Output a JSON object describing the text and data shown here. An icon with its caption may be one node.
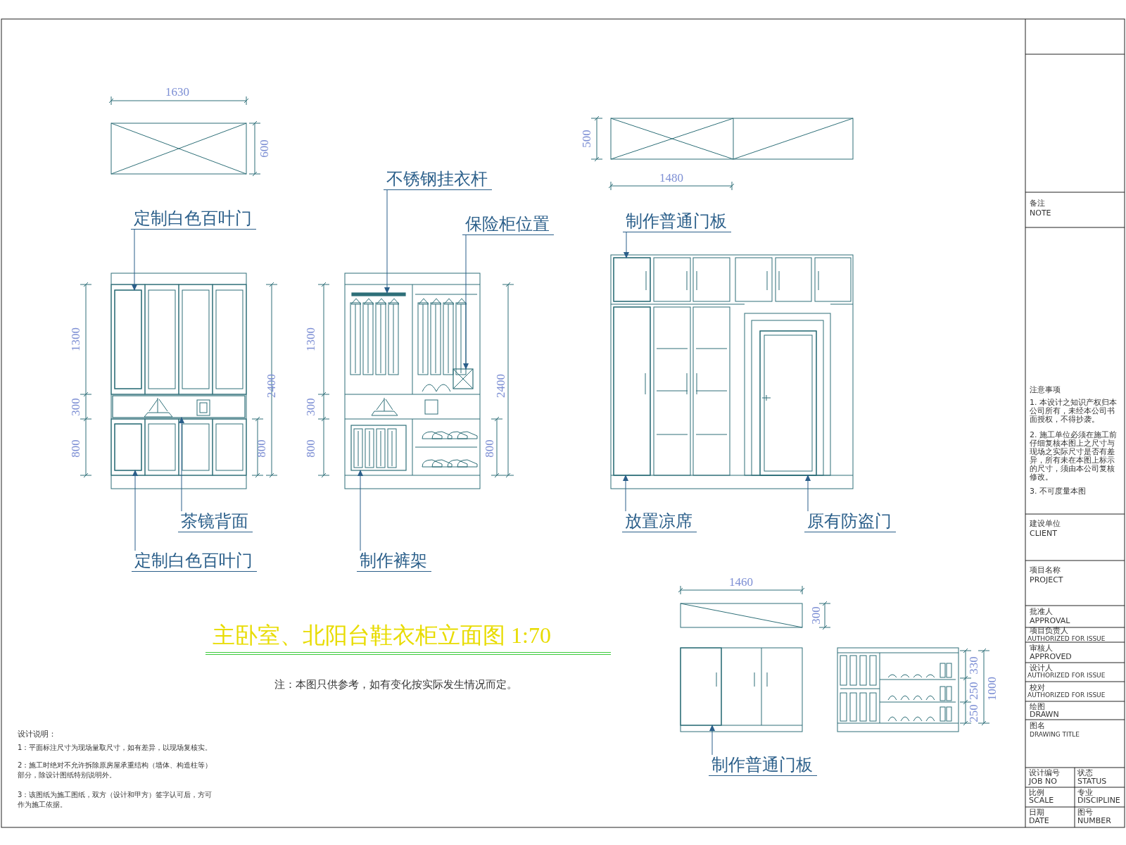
{
  "diagram": {
    "title": "主卧室、北阳台鞋衣柜立面图  1:70",
    "nodes": [
      {
        "text": [
          "定制白色百叶门"
        ]
      },
      {
        "text": [
          "不锈钢挂衣杆"
        ]
      },
      {
        "text": [
          "保险柜位置"
        ]
      },
      {
        "text": [
          "制作普通门板"
        ]
      },
      {
        "text": [
          "茶镜背面"
        ]
      },
      {
        "text": [
          "定制白色百叶门"
        ]
      },
      {
        "text": [
          "制作裤架"
        ]
      },
      {
        "text": [
          "放置凉席"
        ]
      },
      {
        "text": [
          "原有防盗门"
        ]
      },
      {
        "text": [
          "制作普通门板"
        ]
      },
      {
        "text": [],
        "shape": "box"
      },
      {
        "text": [],
        "shape": "bar"
      },
      {
        "text": [],
        "shape": "box"
      },
      {
        "text": [],
        "shape": "box"
      },
      {
        "text": [],
        "shape": "box"
      },
      {
        "text": [],
        "shape": "box"
      },
      {
        "text": [],
        "shape": "box"
      },
      {
        "text": [],
        "shape": "box"
      },
      {
        "text": [],
        "shape": "box"
      },
      {
        "text": [],
        "shape": "box"
      }
    ],
    "edges": [
      {
        "from": 0,
        "to": 10,
        "arrow": "to"
      },
      {
        "from": 1,
        "to": 11,
        "arrow": "to"
      },
      {
        "from": 2,
        "to": 12,
        "arrow": "to"
      },
      {
        "from": 3,
        "to": 13,
        "arrow": "to"
      },
      {
        "from": 4,
        "to": 14,
        "arrow": "to"
      },
      {
        "from": 5,
        "to": 15,
        "arrow": "to"
      },
      {
        "from": 6,
        "to": 16,
        "arrow": "to"
      },
      {
        "from": 7,
        "to": 17,
        "arrow": "to"
      },
      {
        "from": 8,
        "to": 18,
        "arrow": "to"
      },
      {
        "from": 9,
        "to": 19,
        "arrow": "to"
      }
    ],
    "labels": [
      "1630",
      "600",
      "500",
      "1480",
      "1300",
      "300",
      "800",
      "2400",
      "800",
      "1300",
      "300",
      "800",
      "2400",
      "800",
      "1460",
      "300",
      "330",
      "250",
      "250",
      "1000",
      "注：本图只供参考，如有变化按实际发生情况而定。",
      "设计说明：",
      "1：平面标注尺寸为现场量取尺寸，如有差异，以现场复核实。",
      "2：施工时绝对不允许拆除原房屋承重结构（墙体、构造柱等）部分，除设计图纸特别说明外。",
      "3：该图纸为施工图纸，双方（设计和甲方）签字认可后，方可作为施工依据。",
      "备注",
      "NOTE",
      "注意事项",
      "1. 本设计之知识产权归本公司所有，未经本公司书面授权，不得抄袭。",
      "2. 施工单位必须在施工前仔细复核本图上之尺寸与现场之实际尺寸是否有差异，所有未在本图上标示的尺寸，须由本公司复核修改。",
      "3. 不可度量本图",
      "建设单位",
      "CLIENT",
      "项目名称",
      "PROJECT",
      "批准人",
      "APPROVAL",
      "项目负责人",
      "AUTHORIZED FOR ISSUE",
      "审核人",
      "APPROVED",
      "设计人",
      "AUTHORIZED FOR ISSUE",
      "校对",
      "AUTHORIZED FOR ISSUE",
      "绘图",
      "DRAWN",
      "图名",
      "DRAWING TITLE",
      "设计编号",
      "JOB NO",
      "状态",
      "STATUS",
      "比例",
      "SCALE",
      "专业",
      "DISCIPLINE",
      "日期",
      "DATE",
      "图号",
      "NUMBER"
    ]
  }
}
